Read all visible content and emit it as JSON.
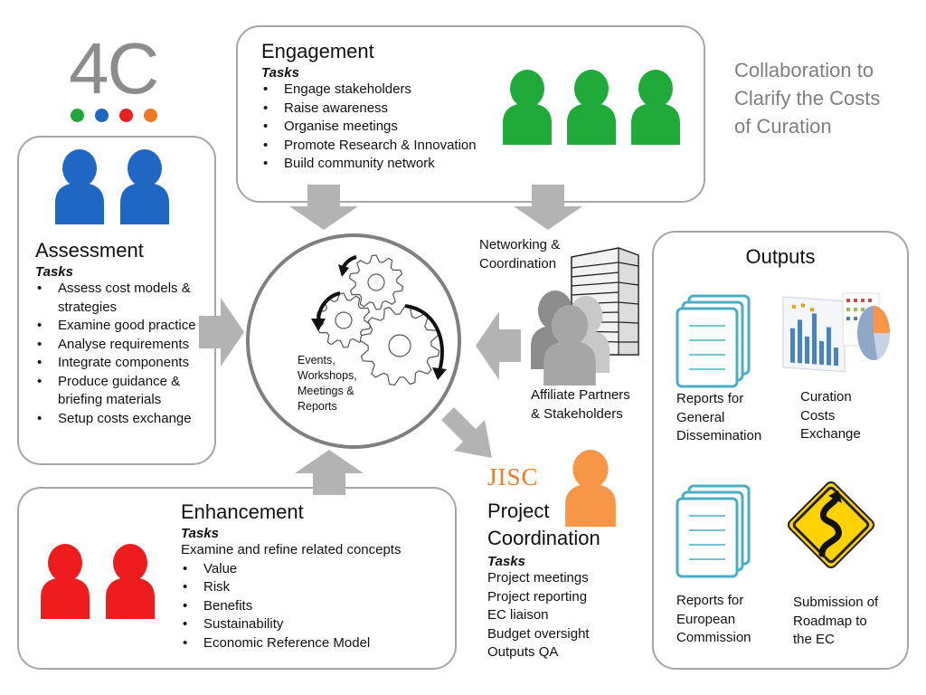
{
  "logo": {
    "text": "4C",
    "dot_colors": [
      "#1ea83c",
      "#1f66c1",
      "#e8201f",
      "#ef7a23"
    ]
  },
  "tagline": "Collaboration to Clarify the Costs of Curation",
  "colors": {
    "green_person": "#1faa3a",
    "blue_person": "#1f67c2",
    "red_person": "#ee1c1c",
    "orange_person": "#f79646",
    "grey_person": "#8c8c8c",
    "arrow": "#b3b3b3",
    "box_border": "#a6a6a6",
    "document": "#4bacc6",
    "sign": "#ffd200"
  },
  "engagement": {
    "title": "Engagement",
    "tasks_label": "Tasks",
    "items": [
      "Engage stakeholders",
      "Raise awareness",
      "Organise meetings",
      "Promote Research & Innovation",
      "Build community network"
    ]
  },
  "assessment": {
    "title": "Assessment",
    "tasks_label": "Tasks",
    "items": [
      "Assess cost models & strategies",
      "Examine good practice",
      "Analyse requirements",
      "Integrate components",
      "Produce guidance & briefing materials",
      "Setup costs exchange"
    ]
  },
  "enhancement": {
    "title": "Enhancement",
    "tasks_label": "Tasks",
    "intro": "Examine and refine related concepts",
    "items": [
      "Value",
      "Risk",
      "Benefits",
      "Sustainability",
      "Economic Reference Model"
    ]
  },
  "hub": {
    "label": "Events, Workshops, Meetings & Reports"
  },
  "networking": {
    "label": "Networking & Coordination"
  },
  "affiliates": {
    "label": "Affiliate Partners & Stakeholders"
  },
  "project": {
    "org_logo": "JISC",
    "title": "Project Coordination",
    "tasks_label": "Tasks",
    "items": [
      "Project meetings",
      "Project reporting",
      "EC liaison",
      "Budget oversight",
      "Outputs QA"
    ]
  },
  "outputs": {
    "title": "Outputs",
    "items": [
      {
        "label": "Reports for General Dissemination",
        "icon": "document-stack-icon"
      },
      {
        "label": "Curation Costs Exchange",
        "icon": "charts-icon"
      },
      {
        "label": "Reports for European Commission",
        "icon": "document-stack-icon"
      },
      {
        "label": "Submission of Roadmap to the EC",
        "icon": "winding-road-sign-icon"
      }
    ]
  }
}
